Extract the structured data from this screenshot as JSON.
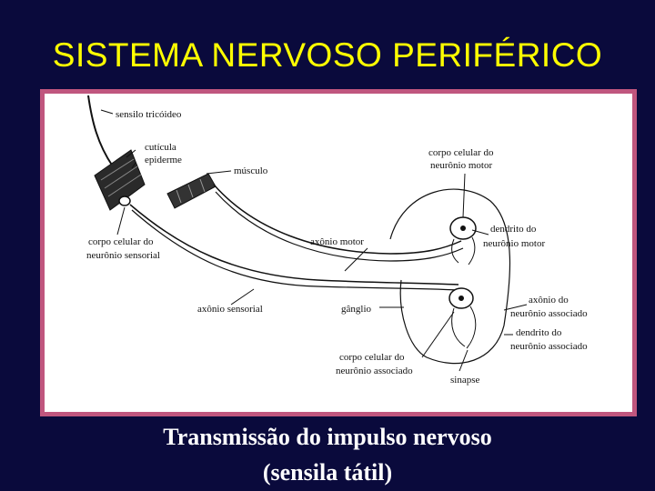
{
  "slide": {
    "title": "SISTEMA NERVOSO PERIFÉRICO",
    "caption_line1": "Transmissão do impulso nervoso",
    "caption_line2": "(sensila tátil)"
  },
  "diagram": {
    "labels": {
      "sensilo": "sensilo tricóideo",
      "cuticula": "cutícula",
      "epiderme": "epiderme",
      "musculo": "músculo",
      "corpo_sensorial_1": "corpo celular do",
      "corpo_sensorial_2": "neurônio sensorial",
      "axonio_motor": "axônio motor",
      "axonio_sensorial": "axônio sensorial",
      "ganglio": "gânglio",
      "corpo_motor_1": "corpo celular do",
      "corpo_motor_2": "neurônio motor",
      "dendrito_motor_1": "dendrito do",
      "dendrito_motor_2": "neurônio motor",
      "axonio_assoc_1": "axônio do",
      "axonio_assoc_2": "neurônio associado",
      "dendrito_assoc_1": "dendrito do",
      "dendrito_assoc_2": "neurônio associado",
      "corpo_assoc_1": "corpo celular do",
      "corpo_assoc_2": "neurônio associado",
      "sinapse": "sinapse"
    }
  }
}
